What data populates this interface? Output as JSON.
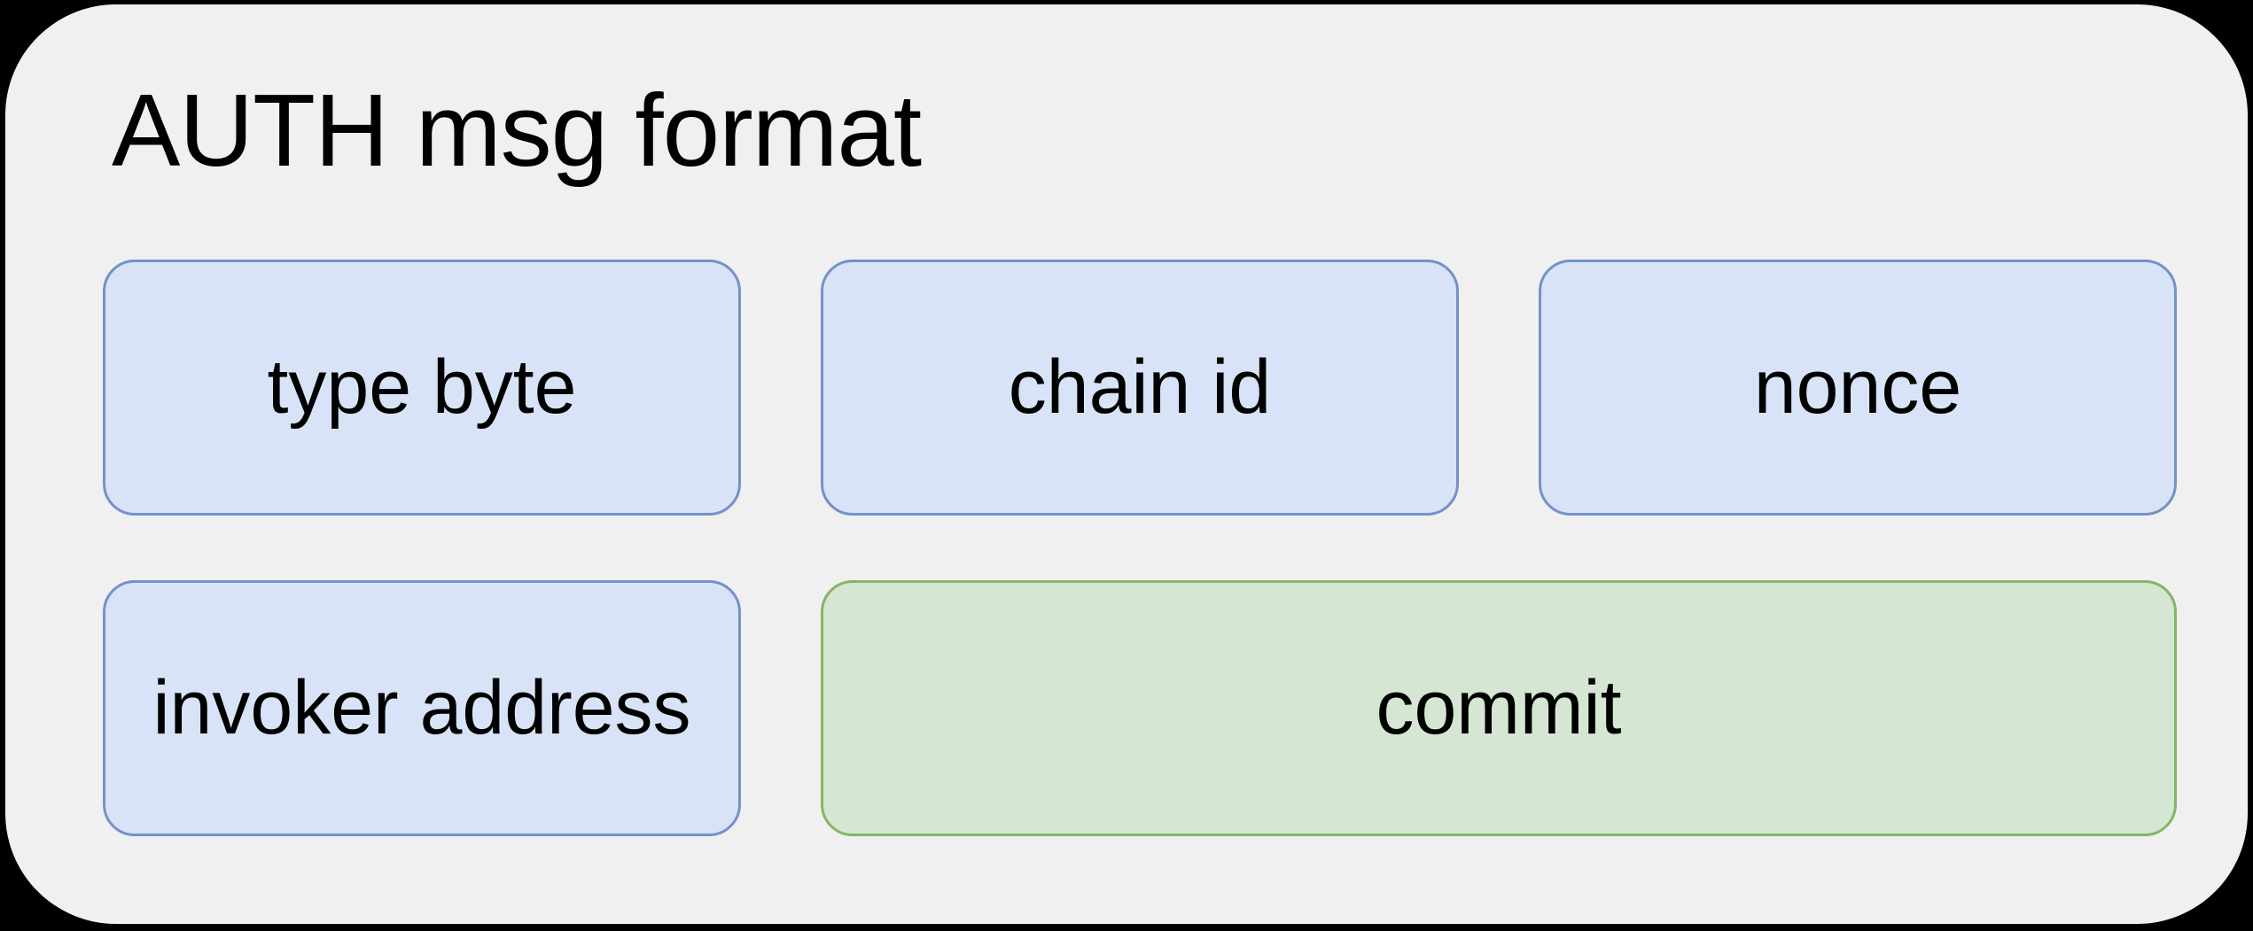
{
  "diagram": {
    "title": "AUTH msg format",
    "fields": [
      {
        "id": "type-byte",
        "label": "type byte",
        "variant": "blue"
      },
      {
        "id": "chain-id",
        "label": "chain id",
        "variant": "blue"
      },
      {
        "id": "nonce",
        "label": "nonce",
        "variant": "blue"
      },
      {
        "id": "invoker-address",
        "label": "invoker address",
        "variant": "blue"
      },
      {
        "id": "commit",
        "label": "commit",
        "variant": "green"
      }
    ],
    "colors": {
      "outer_bg": "#000000",
      "canvas_bg": "#f0f0f0",
      "blue_fill": "#d9e3f7",
      "blue_border": "#7491c8",
      "green_fill": "#d5e6d3",
      "green_border": "#85b567",
      "text": "#000000"
    }
  }
}
